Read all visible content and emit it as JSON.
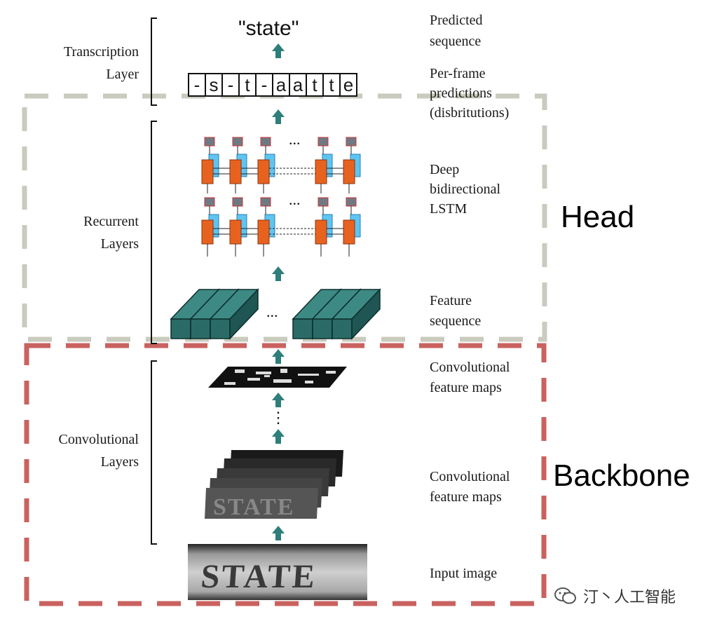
{
  "left_labels": {
    "transcription": [
      "Transcription",
      "Layer"
    ],
    "recurrent": [
      "Recurrent",
      "Layers"
    ],
    "convolutional": [
      "Convolutional",
      "Layers"
    ]
  },
  "right_labels": {
    "predicted_sequence": [
      "Predicted",
      "sequence"
    ],
    "per_frame": [
      "Per-frame",
      "predictions",
      "(disbritutions)"
    ],
    "lstm": [
      "Deep",
      "bidirectional",
      "LSTM"
    ],
    "feature_sequence": [
      "Feature",
      "sequence"
    ],
    "conv_maps_top": [
      "Convolutional",
      "feature maps"
    ],
    "conv_maps_bottom": [
      "Convolutional",
      "feature maps"
    ],
    "input_image": [
      "Input image"
    ]
  },
  "predicted_text": "\"state\"",
  "per_frame_chars": [
    "-",
    "s",
    "-",
    "t",
    "-",
    "a",
    "a",
    "t",
    "t",
    "e"
  ],
  "region_labels": {
    "head": "Head",
    "backbone": "Backbone"
  },
  "input_word": "STATE",
  "ellipsis": "...",
  "watermark": "汀丶人工智能",
  "colors": {
    "head_border": "#c8cbbd",
    "backbone_border": "#c9625f",
    "arrow": "#2e7e7a",
    "teal_block": "#2a6b67",
    "lstm_orange": "#e8621f",
    "lstm_blue": "#5fc4f2",
    "lstm_gray": "#6f7983"
  }
}
